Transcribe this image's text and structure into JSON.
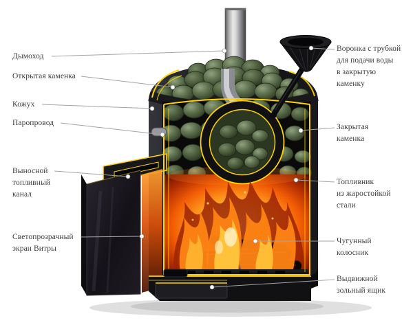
{
  "labels": {
    "left": [
      {
        "id": "chimney",
        "text": "Дымоход"
      },
      {
        "id": "open-stones",
        "text": "Открытая каменка"
      },
      {
        "id": "casing",
        "text": "Кожух"
      },
      {
        "id": "steam-pipe",
        "text": "Паропровод"
      },
      {
        "id": "fuel-channel",
        "text": "Выносной\nтопливный\nканал"
      },
      {
        "id": "glass-screen",
        "text": "Светопрозрачный\nэкран Витры"
      }
    ],
    "right": [
      {
        "id": "water-funnel",
        "text": "Воронка с трубкой\nдля подачи воды\nв закрытую\nкаменку"
      },
      {
        "id": "closed-stones",
        "text": "Закрытая\nкаменка"
      },
      {
        "id": "firebox",
        "text": "Топливник\nиз жаростойкой\nстали"
      },
      {
        "id": "grate",
        "text": "Чугунный\nколосник"
      },
      {
        "id": "ash-drawer",
        "text": "Выдвижной\nзольный ящик"
      }
    ]
  },
  "colors": {
    "cut_edge": "#ffd400",
    "label_text": "#3e3e3e",
    "leader_line": "#a3a3a3",
    "marker_dot": "#ffffff"
  }
}
